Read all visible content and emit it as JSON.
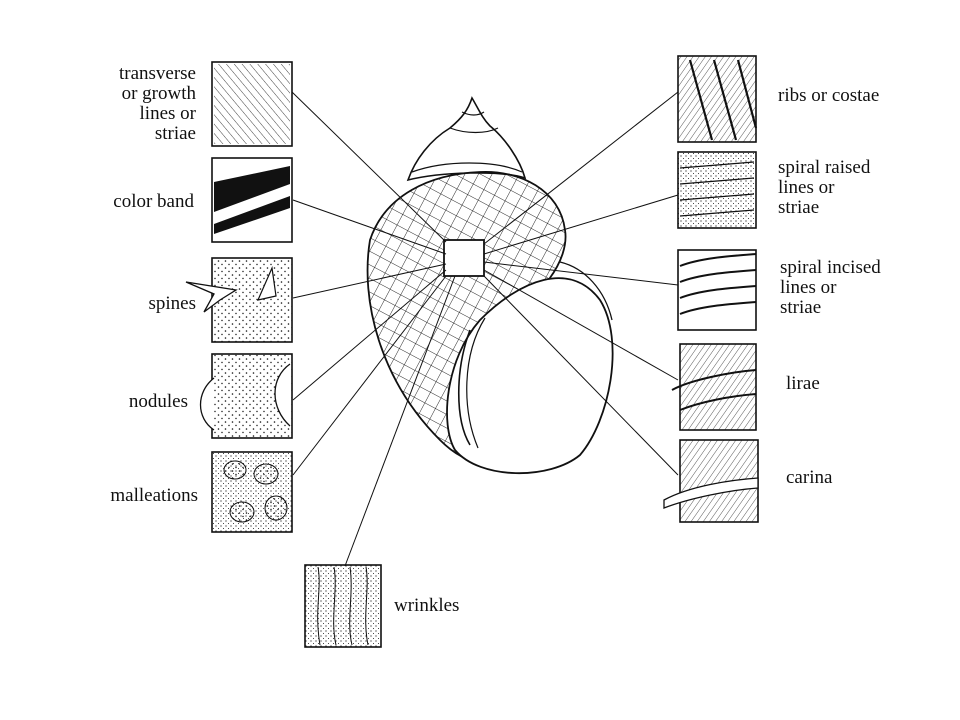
{
  "labels": {
    "transverse": [
      "transverse",
      "or growth",
      "lines  or",
      "striae"
    ],
    "color_band": [
      "color band"
    ],
    "spines": [
      "spines"
    ],
    "nodules": [
      "nodules"
    ],
    "malleations": [
      "malleations"
    ],
    "wrinkles": [
      "wrinkles"
    ],
    "ribs": [
      "ribs or costae"
    ],
    "spiral_raised": [
      "spiral raised",
      "lines or",
      "striae"
    ],
    "spiral_incised": [
      "spiral incised",
      "lines or",
      "striae"
    ],
    "lirae": [
      "lirae"
    ],
    "carina": [
      "carina"
    ]
  },
  "colors": {
    "ink": "#111111",
    "background": "#ffffff"
  }
}
